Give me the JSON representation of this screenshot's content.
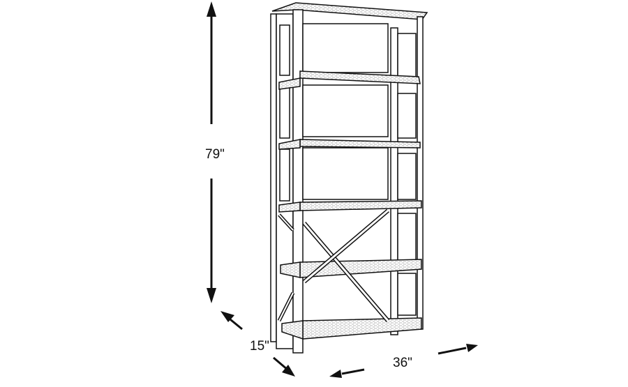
{
  "diagram": {
    "subject": "bookcase-dimension-drawing",
    "dimensions": {
      "height": "79\"",
      "depth": "15\"",
      "width": "36\""
    },
    "shelf_count": 6,
    "colors": {
      "line": "#111111",
      "background": "#ffffff",
      "hatch": "#555555"
    }
  }
}
